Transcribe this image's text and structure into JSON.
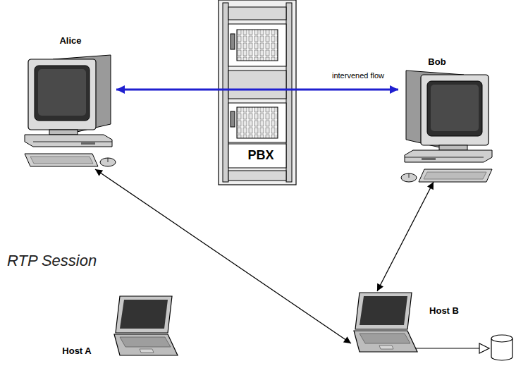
{
  "diagram": {
    "nodes": [
      {
        "text": [
          "Alice"
        ]
      },
      {
        "text": [
          "PBX"
        ]
      },
      {
        "text": [
          "Bob"
        ]
      },
      {
        "text": [
          "Host A"
        ]
      },
      {
        "text": [
          "Host B"
        ]
      }
    ],
    "edges": [
      {
        "from": 0,
        "to": 2,
        "arrow": "both",
        "label": "intervened flow"
      },
      {
        "from": 0,
        "to": 4,
        "arrow": "both"
      },
      {
        "from": 2,
        "to": 4,
        "arrow": "both"
      }
    ],
    "labels": [
      "RTP Session"
    ]
  }
}
